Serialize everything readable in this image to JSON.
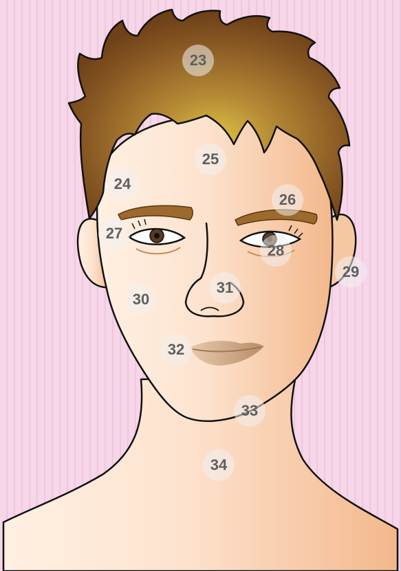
{
  "markers": [
    {
      "id": "23",
      "label": "23"
    },
    {
      "id": "24",
      "label": "24"
    },
    {
      "id": "25",
      "label": "25"
    },
    {
      "id": "26",
      "label": "26"
    },
    {
      "id": "27",
      "label": "27"
    },
    {
      "id": "28",
      "label": "28"
    },
    {
      "id": "29",
      "label": "29"
    },
    {
      "id": "30",
      "label": "30"
    },
    {
      "id": "31",
      "label": "31"
    },
    {
      "id": "32",
      "label": "32"
    },
    {
      "id": "33",
      "label": "33"
    },
    {
      "id": "34",
      "label": "34"
    }
  ],
  "colors": {
    "background": "#f4cfe3",
    "stripe": "#efc7dc",
    "skin_light": "#fde6d4",
    "skin_shade": "#f2b98e",
    "hair_dark": "#7a4a1e",
    "hair_light": "#d8b640",
    "lips": "#c9a17e",
    "marker_fill": "#efefef",
    "marker_text": "#5f5f5f",
    "outline": "#111111"
  }
}
